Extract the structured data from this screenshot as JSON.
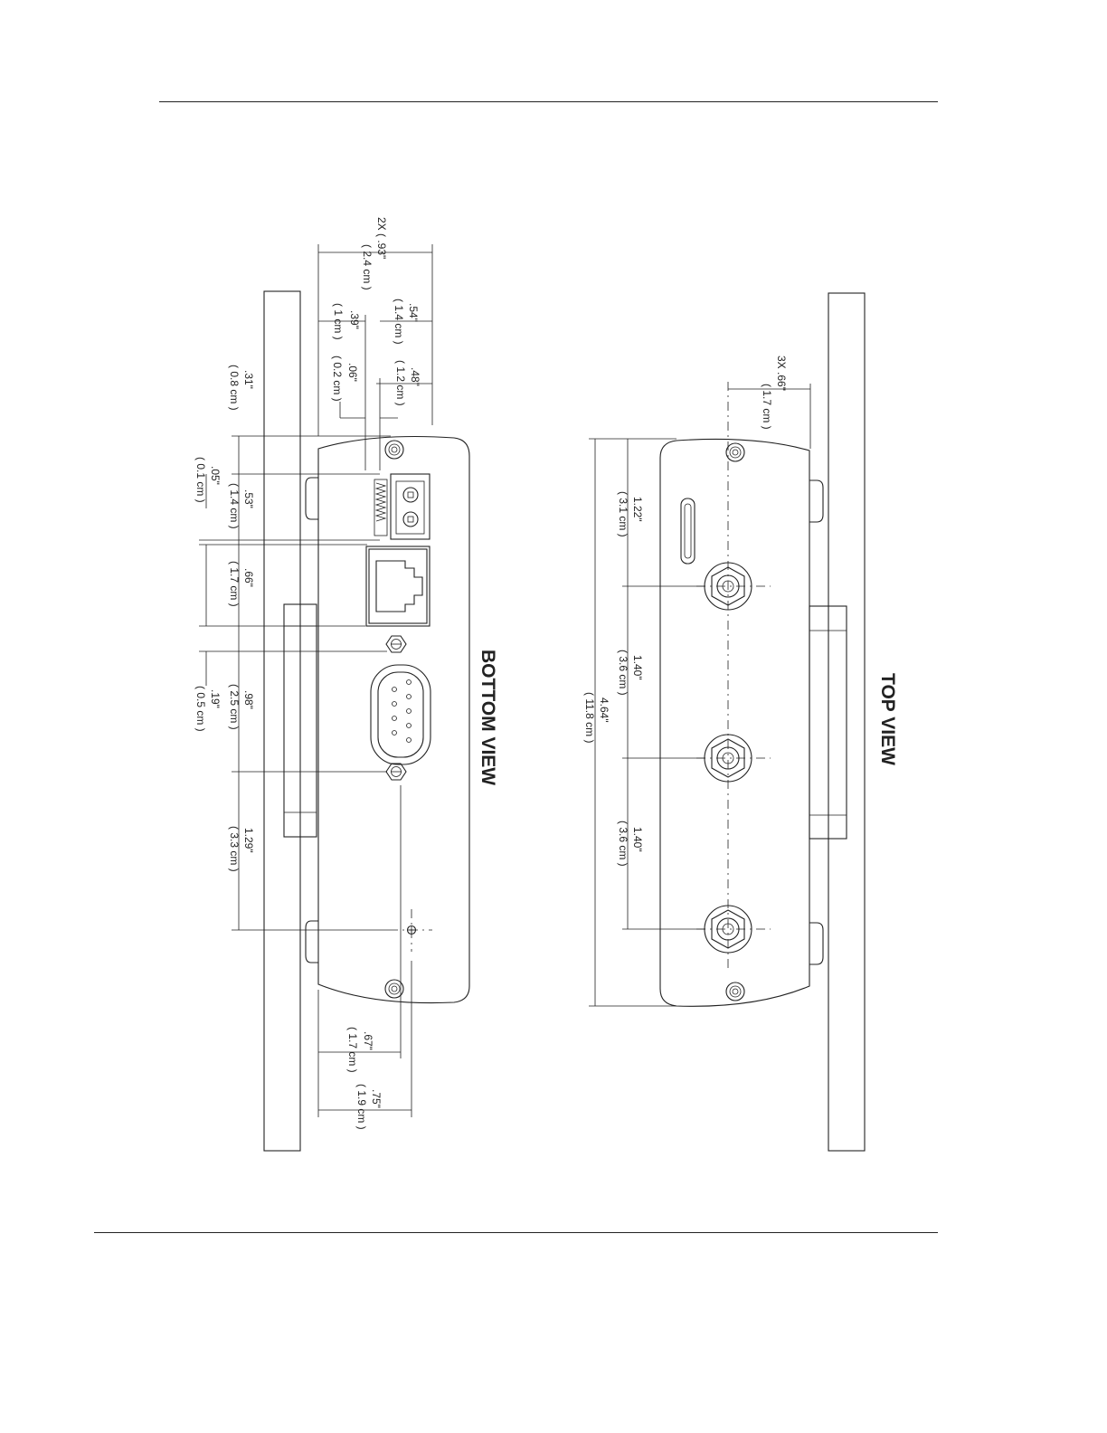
{
  "views": {
    "bottom": {
      "title": "BOTTOM VIEW",
      "dims": {
        "d1": "2X  ( .93\"",
        "d1b": "( 2.4 cm )",
        "d2": ".54\"",
        "d2b": "( 1.4 cm )",
        "d3": ".39\"",
        "d3b": "( 1 cm )",
        "d4": ".48\"",
        "d4b": "( 1.2 cm )",
        "d5": ".06\"",
        "d5b": "( 0.2 cm )",
        "d6": ".31\"",
        "d6b": "( 0.8 cm )",
        "d7": ".53\"",
        "d7b": "( 1.4 cm )",
        "d8": ".05\"",
        "d8b": "( 0.1 cm )",
        "d9": ".66\"",
        "d9b": "( 1.7 cm )",
        "d10": ".98\"",
        "d10b": "( 2.5 cm )",
        "d11": ".19\"",
        "d11b": "( 0.5 cm )",
        "d12": "1.29\"",
        "d12b": "( 3.3 cm )",
        "d13": ".67\"",
        "d13b": "( 1.7 cm )",
        "d14": ".75\"",
        "d14b": "( 1.9 cm )"
      }
    },
    "top": {
      "title": "TOP VIEW",
      "dims": {
        "t1": "3X  .66\"",
        "t1b": "( 1.7 cm )",
        "t2": "1.22\"",
        "t2b": "( 3.1 cm )",
        "t3": "1.40\"",
        "t3b": "( 3.6 cm )",
        "t4": "1.40\"",
        "t4b": "( 3.6 cm )",
        "t5": "4.64\"",
        "t5b": "( 11.8 cm )"
      }
    }
  }
}
